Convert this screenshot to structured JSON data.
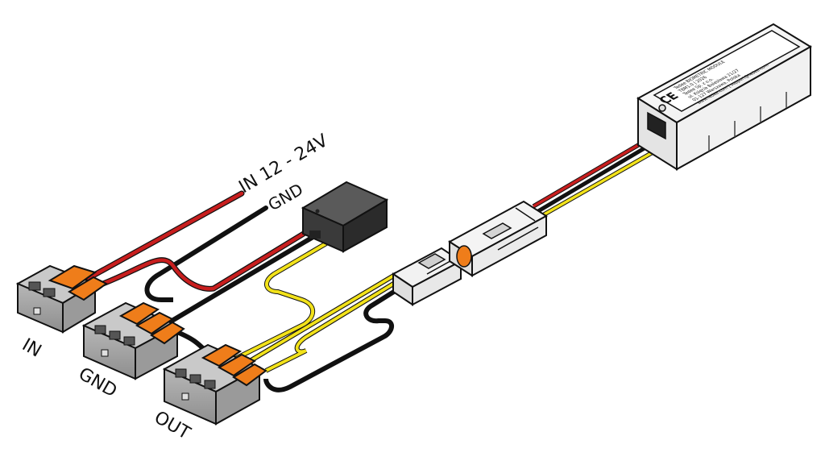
{
  "labels": {
    "in_supply": "IN 12 - 24V",
    "gnd_supply": "GND",
    "terminal_in": "IN",
    "terminal_gnd": "GND",
    "terminal_out": "OUT"
  },
  "module": {
    "ce_mark": "CE",
    "label_lines": [
      "Tedee BIOMETRIC MODULE",
      "TBM1.0 | 2026",
      "Tedee Sp. z o.o.",
      "ul. Księcia Bolesława 21/27",
      "01-127 Warszawa, Polska",
      "www.tedee.com | support@tedee.com"
    ]
  },
  "colors": {
    "wire_red": "#c81e1e",
    "wire_black": "#111111",
    "wire_yellow": "#f2e21a",
    "clamp_orange": "#ef7d1a",
    "terminal_grey": "#a6a6a6"
  }
}
